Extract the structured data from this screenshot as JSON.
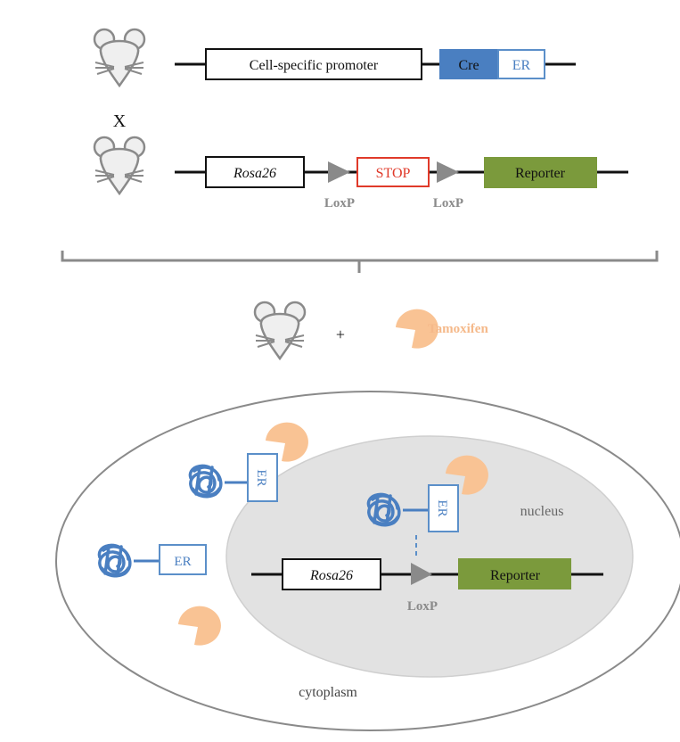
{
  "diagram": {
    "cross_symbol": "X",
    "plus_symbol": "+",
    "construct1": {
      "promoter_label": "Cell-specific promoter",
      "cre_label": "Cre",
      "er_label": "ER"
    },
    "construct2": {
      "rosa_label": "Rosa26",
      "stop_label": "STOP",
      "loxp1_label": "LoxP",
      "loxp2_label": "LoxP",
      "reporter_label": "Reporter"
    },
    "tamoxifen_label": "Tamoxifen",
    "cell": {
      "cytoplasm_label": "cytoplasm",
      "nucleus_label": "nucleus",
      "er_cyto1_label": "ER",
      "er_cyto2_label": "ER",
      "er_nuclear_label": "ER",
      "rosa_label": "Rosa26",
      "loxp_label": "LoxP",
      "reporter_label": "Reporter"
    },
    "colors": {
      "cre_blue": "#4a7fc1",
      "er_border": "#5b8fc9",
      "stop_red": "#e03a2a",
      "reporter_green": "#7b9a3c",
      "tamoxifen_orange": "#f9c394",
      "loxp_gray": "#8a8a8a",
      "nucleus_fill": "#e2e2e2"
    }
  }
}
